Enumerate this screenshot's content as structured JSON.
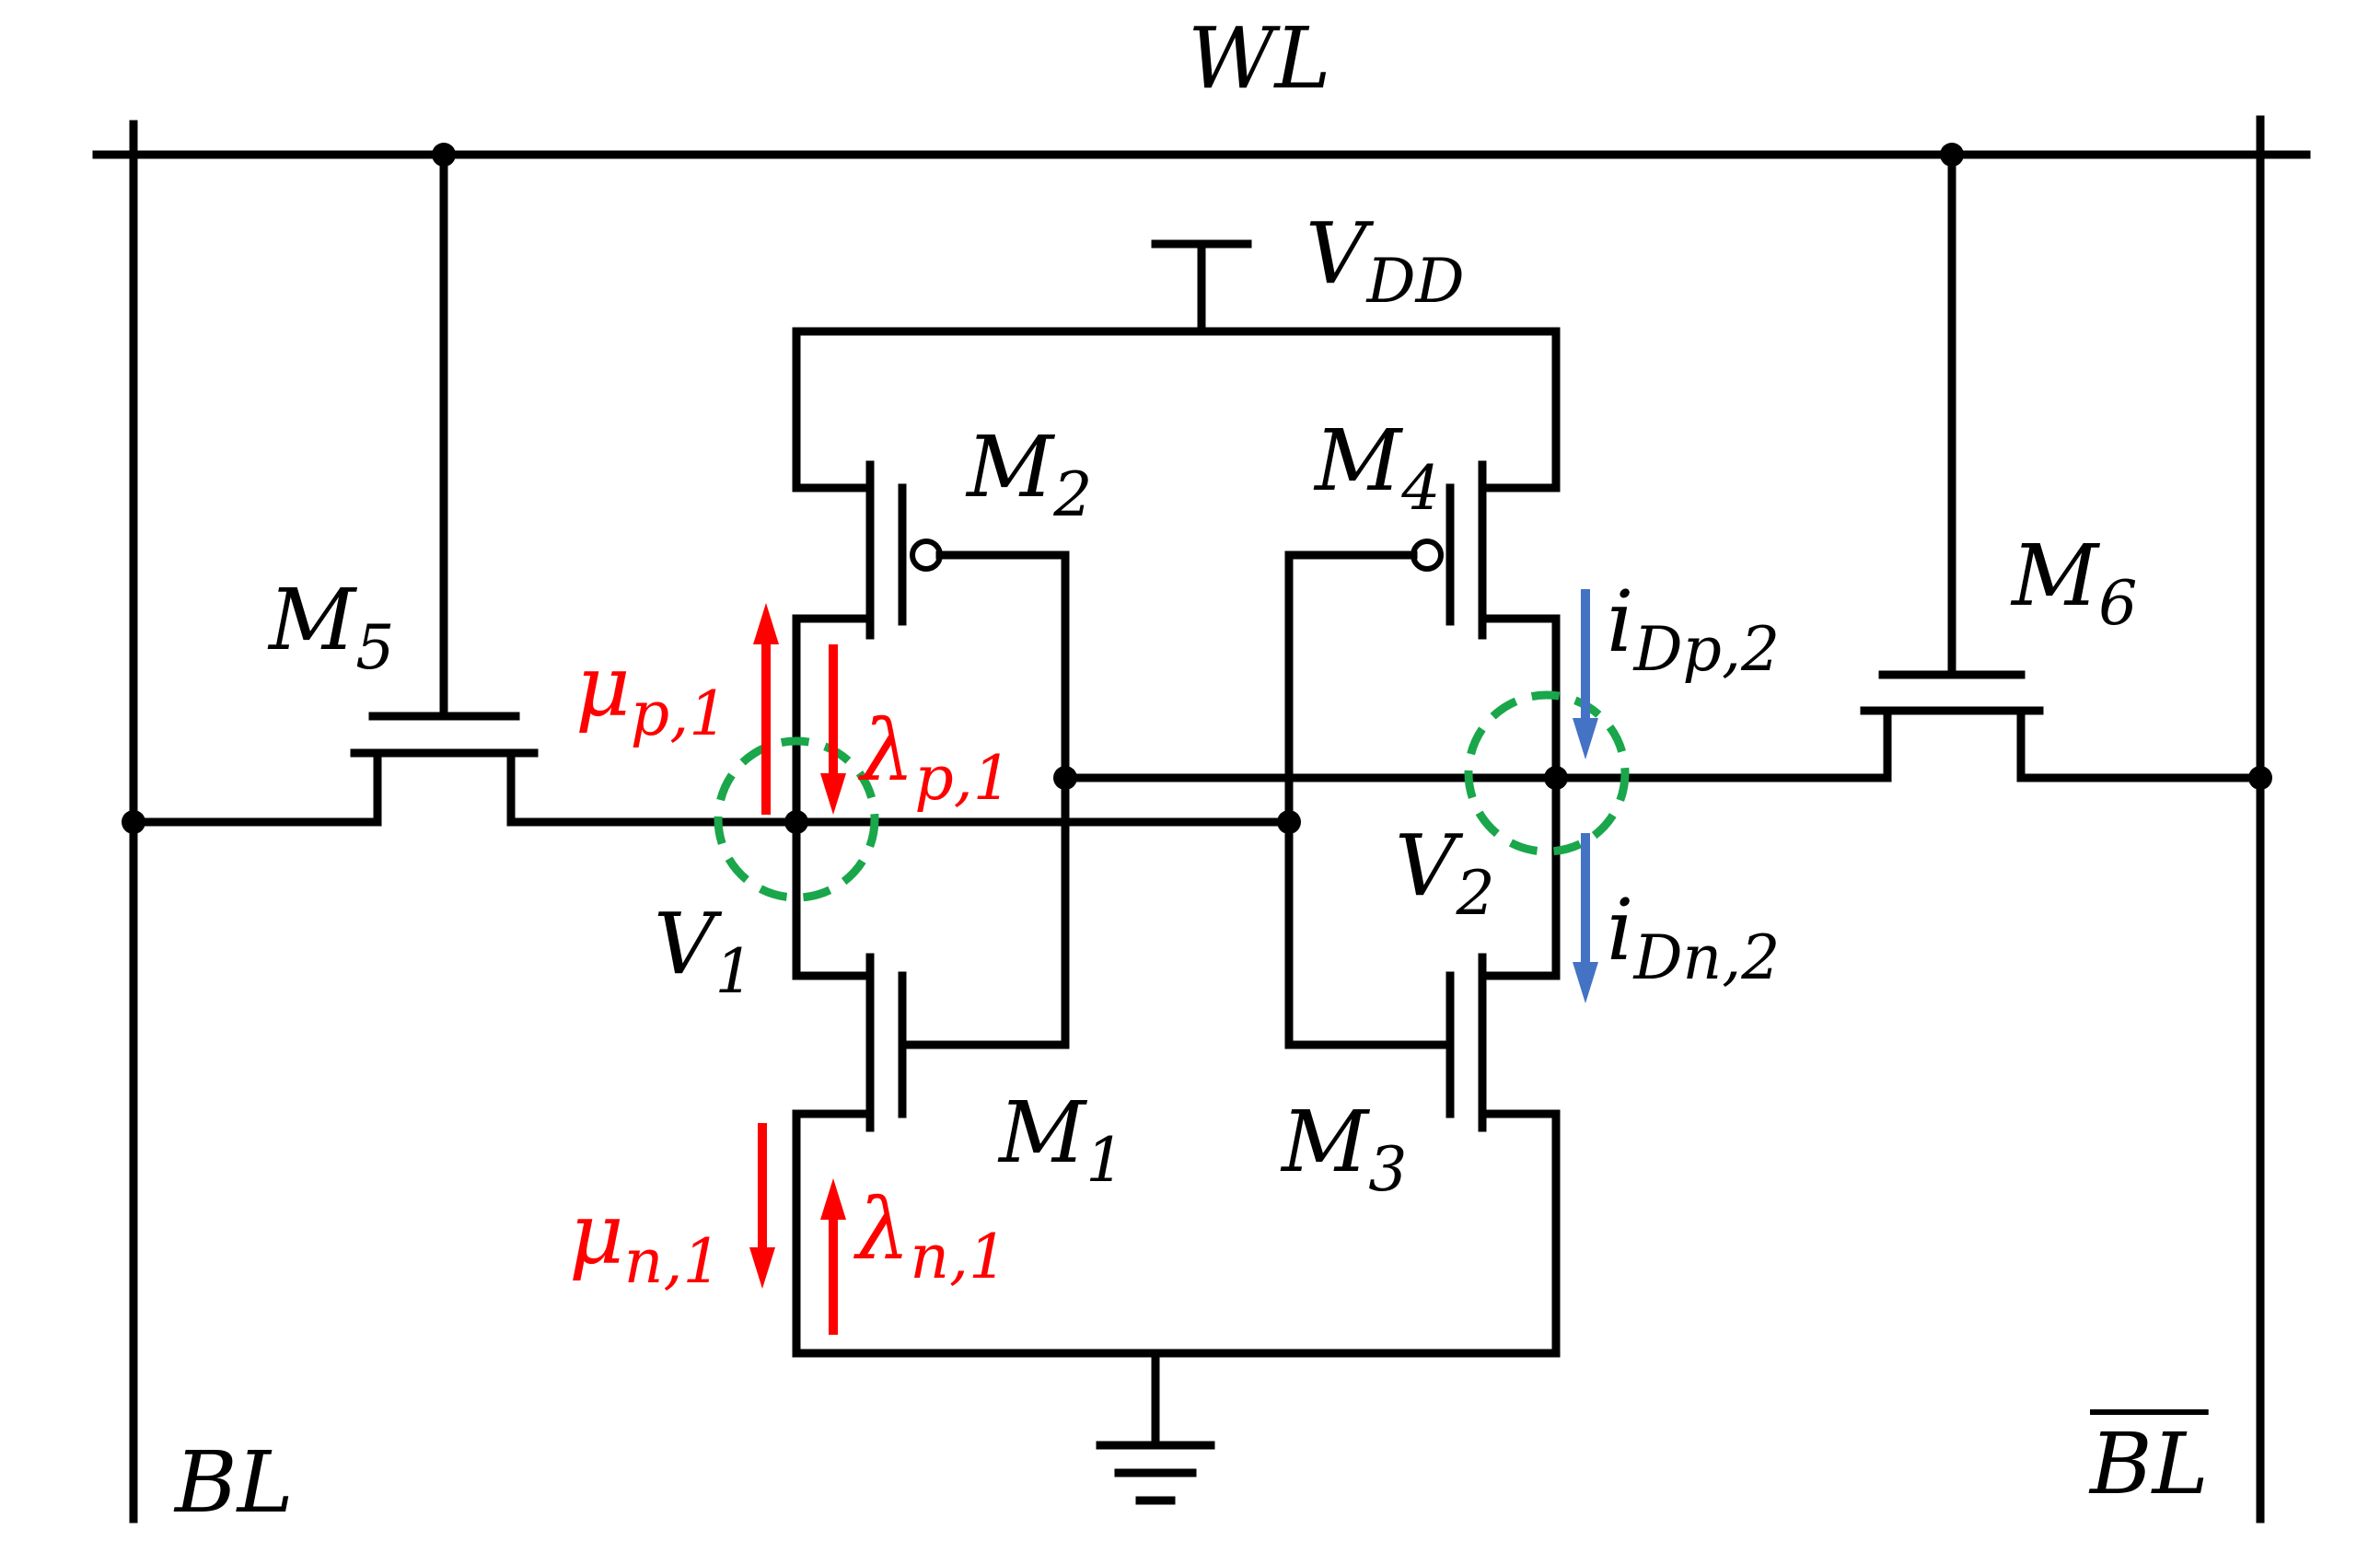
{
  "labels": {
    "wl": "WL",
    "vdd": {
      "base": "V",
      "sub": "DD"
    },
    "m1": {
      "base": "M",
      "sub": "1"
    },
    "m2": {
      "base": "M",
      "sub": "2"
    },
    "m3": {
      "base": "M",
      "sub": "3"
    },
    "m4": {
      "base": "M",
      "sub": "4"
    },
    "m5": {
      "base": "M",
      "sub": "5"
    },
    "m6": {
      "base": "M",
      "sub": "6"
    },
    "v1": {
      "base": "V",
      "sub": "1"
    },
    "v2": {
      "base": "V",
      "sub": "2"
    },
    "bl": "BL",
    "bl_bar": "BL",
    "mu_p1": {
      "base": "μ",
      "sub": "p,1"
    },
    "lambda_p1": {
      "base": "λ",
      "sub": "p,1"
    },
    "mu_n1": {
      "base": "μ",
      "sub": "n,1"
    },
    "lambda_n1": {
      "base": "λ",
      "sub": "n,1"
    },
    "i_dp2": {
      "base": "i",
      "sub": "Dp,2"
    },
    "i_dn2": {
      "base": "i",
      "sub": "Dn,2"
    }
  },
  "colors": {
    "wire": "#000000",
    "rate_arrows": "#ff0000",
    "current_arrows": "#4472c4",
    "node_highlight": "#1aa64a"
  }
}
